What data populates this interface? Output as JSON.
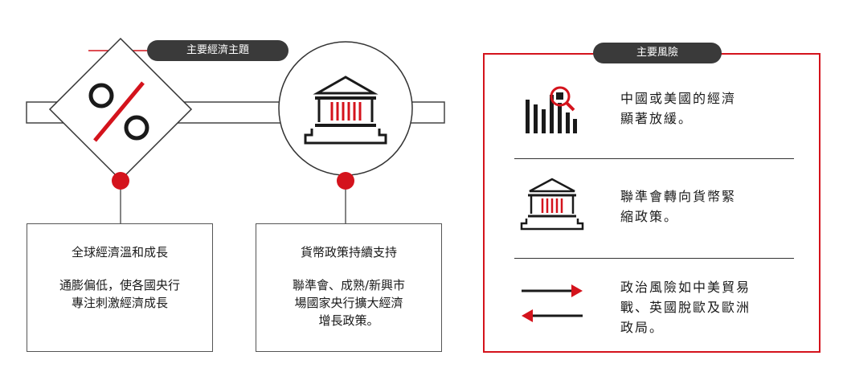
{
  "themes": {
    "header": "主要經濟主題",
    "items": [
      {
        "title": "全球經濟溫和成長",
        "desc_line1": "通膨偏低，使各國央行",
        "desc_line2": "專注刺激經濟成長",
        "icon": "percent-icon"
      },
      {
        "title": "貨幣政策持續支持",
        "desc_line1": "聯準會、成熟/新興市",
        "desc_line2": "場國家央行擴大經濟",
        "desc_line3": "增長政策。",
        "icon": "bank-building-icon"
      }
    ]
  },
  "risks": {
    "header": "主要風險",
    "items": [
      {
        "line1": "中國或美國的經濟",
        "line2": "顯著放緩。",
        "icon": "bar-chart-magnifier-icon"
      },
      {
        "line1": "聯準會轉向貨幣緊",
        "line2": "縮政策。",
        "icon": "bank-building-icon"
      },
      {
        "line1": "政治風險如中美貿易",
        "line2": "戰、英國脫歐及歐洲",
        "line3": "政局。",
        "icon": "exchange-arrows-icon"
      }
    ]
  },
  "colors": {
    "accent": "#d4131c",
    "dark": "#3a3a3a",
    "line": "#333333"
  }
}
